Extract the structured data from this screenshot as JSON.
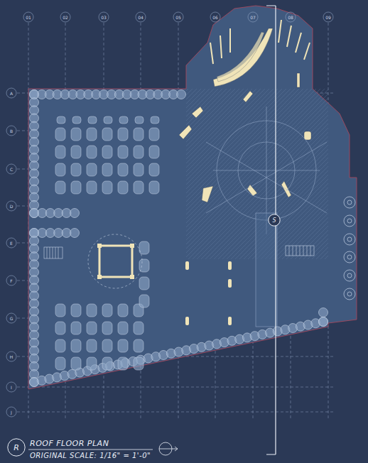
{
  "diagram": {
    "title": "ROOF FLOOR PLAN",
    "caption": "ORIGINAL SCALE: 1/16\" = 1'-0\"",
    "nodes": [
      {
        "text": [
          "S"
        ]
      },
      {
        "text": [
          "R"
        ]
      }
    ],
    "labels": [
      "01",
      "02",
      "03",
      "04",
      "05",
      "06",
      "07",
      "08",
      "09",
      "A",
      "B",
      "C",
      "D",
      "E",
      "F",
      "G",
      "H",
      "I",
      "J"
    ]
  }
}
